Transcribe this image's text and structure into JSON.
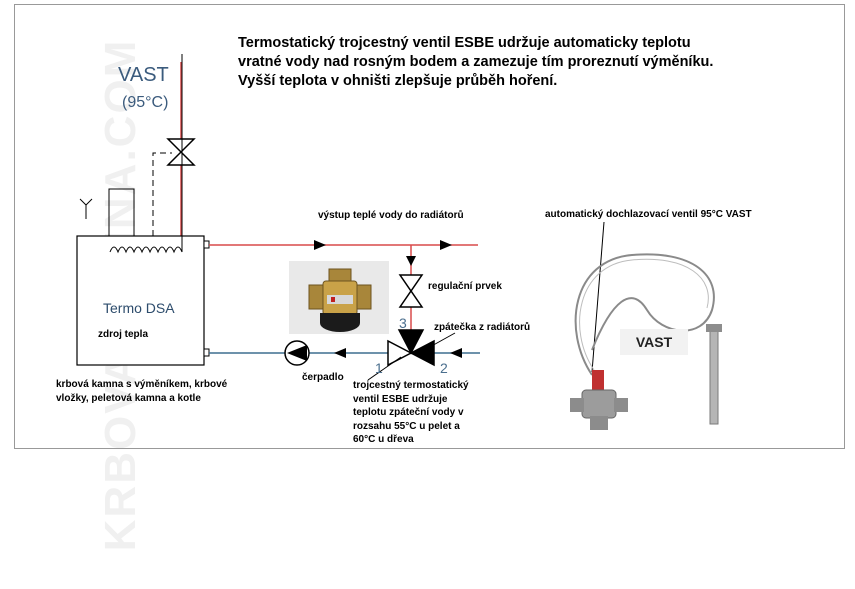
{
  "headline": [
    "Termostatický trojcestný ventil ESBE udržuje automaticky teplotu",
    "vratné vody nad rosným bodem a zamezuje tím proreznutí výměníku.",
    "Vyšší teplota v ohništi zlepšuje průběh hoření."
  ],
  "vast_title": "VAST",
  "vast_temp": "(95°C)",
  "boiler": {
    "name": "Termo DSA",
    "role": "zdroj tepla",
    "description": [
      "krbová kamna s výměníkem, krbové",
      "vložky, peletová kamna a kotle"
    ]
  },
  "labels": {
    "supply_out": "výstup teplé vody do radiátorů",
    "auto_valve": "automatický dochlazovací ventil 95°C VAST",
    "regulation": "regulační prvek",
    "return_in": "zpátečka z radiátorů",
    "pump": "čerpadlo",
    "mixing_valve": [
      "trojcestný termostatický",
      "ventil ESBE udržuje",
      "teplotu zpáteční vody v",
      "rozsahu 55°C u pelet a",
      "60°C u dřeva"
    ],
    "photo_label": "VAST"
  },
  "ports": [
    "1",
    "2",
    "3"
  ],
  "watermark": "KRBOVA-KAMNA.COM",
  "colors": {
    "hot_pipe": "#d94a4a",
    "cold_pipe": "#3d6e8f",
    "text_blue": "#3b5b7d"
  }
}
